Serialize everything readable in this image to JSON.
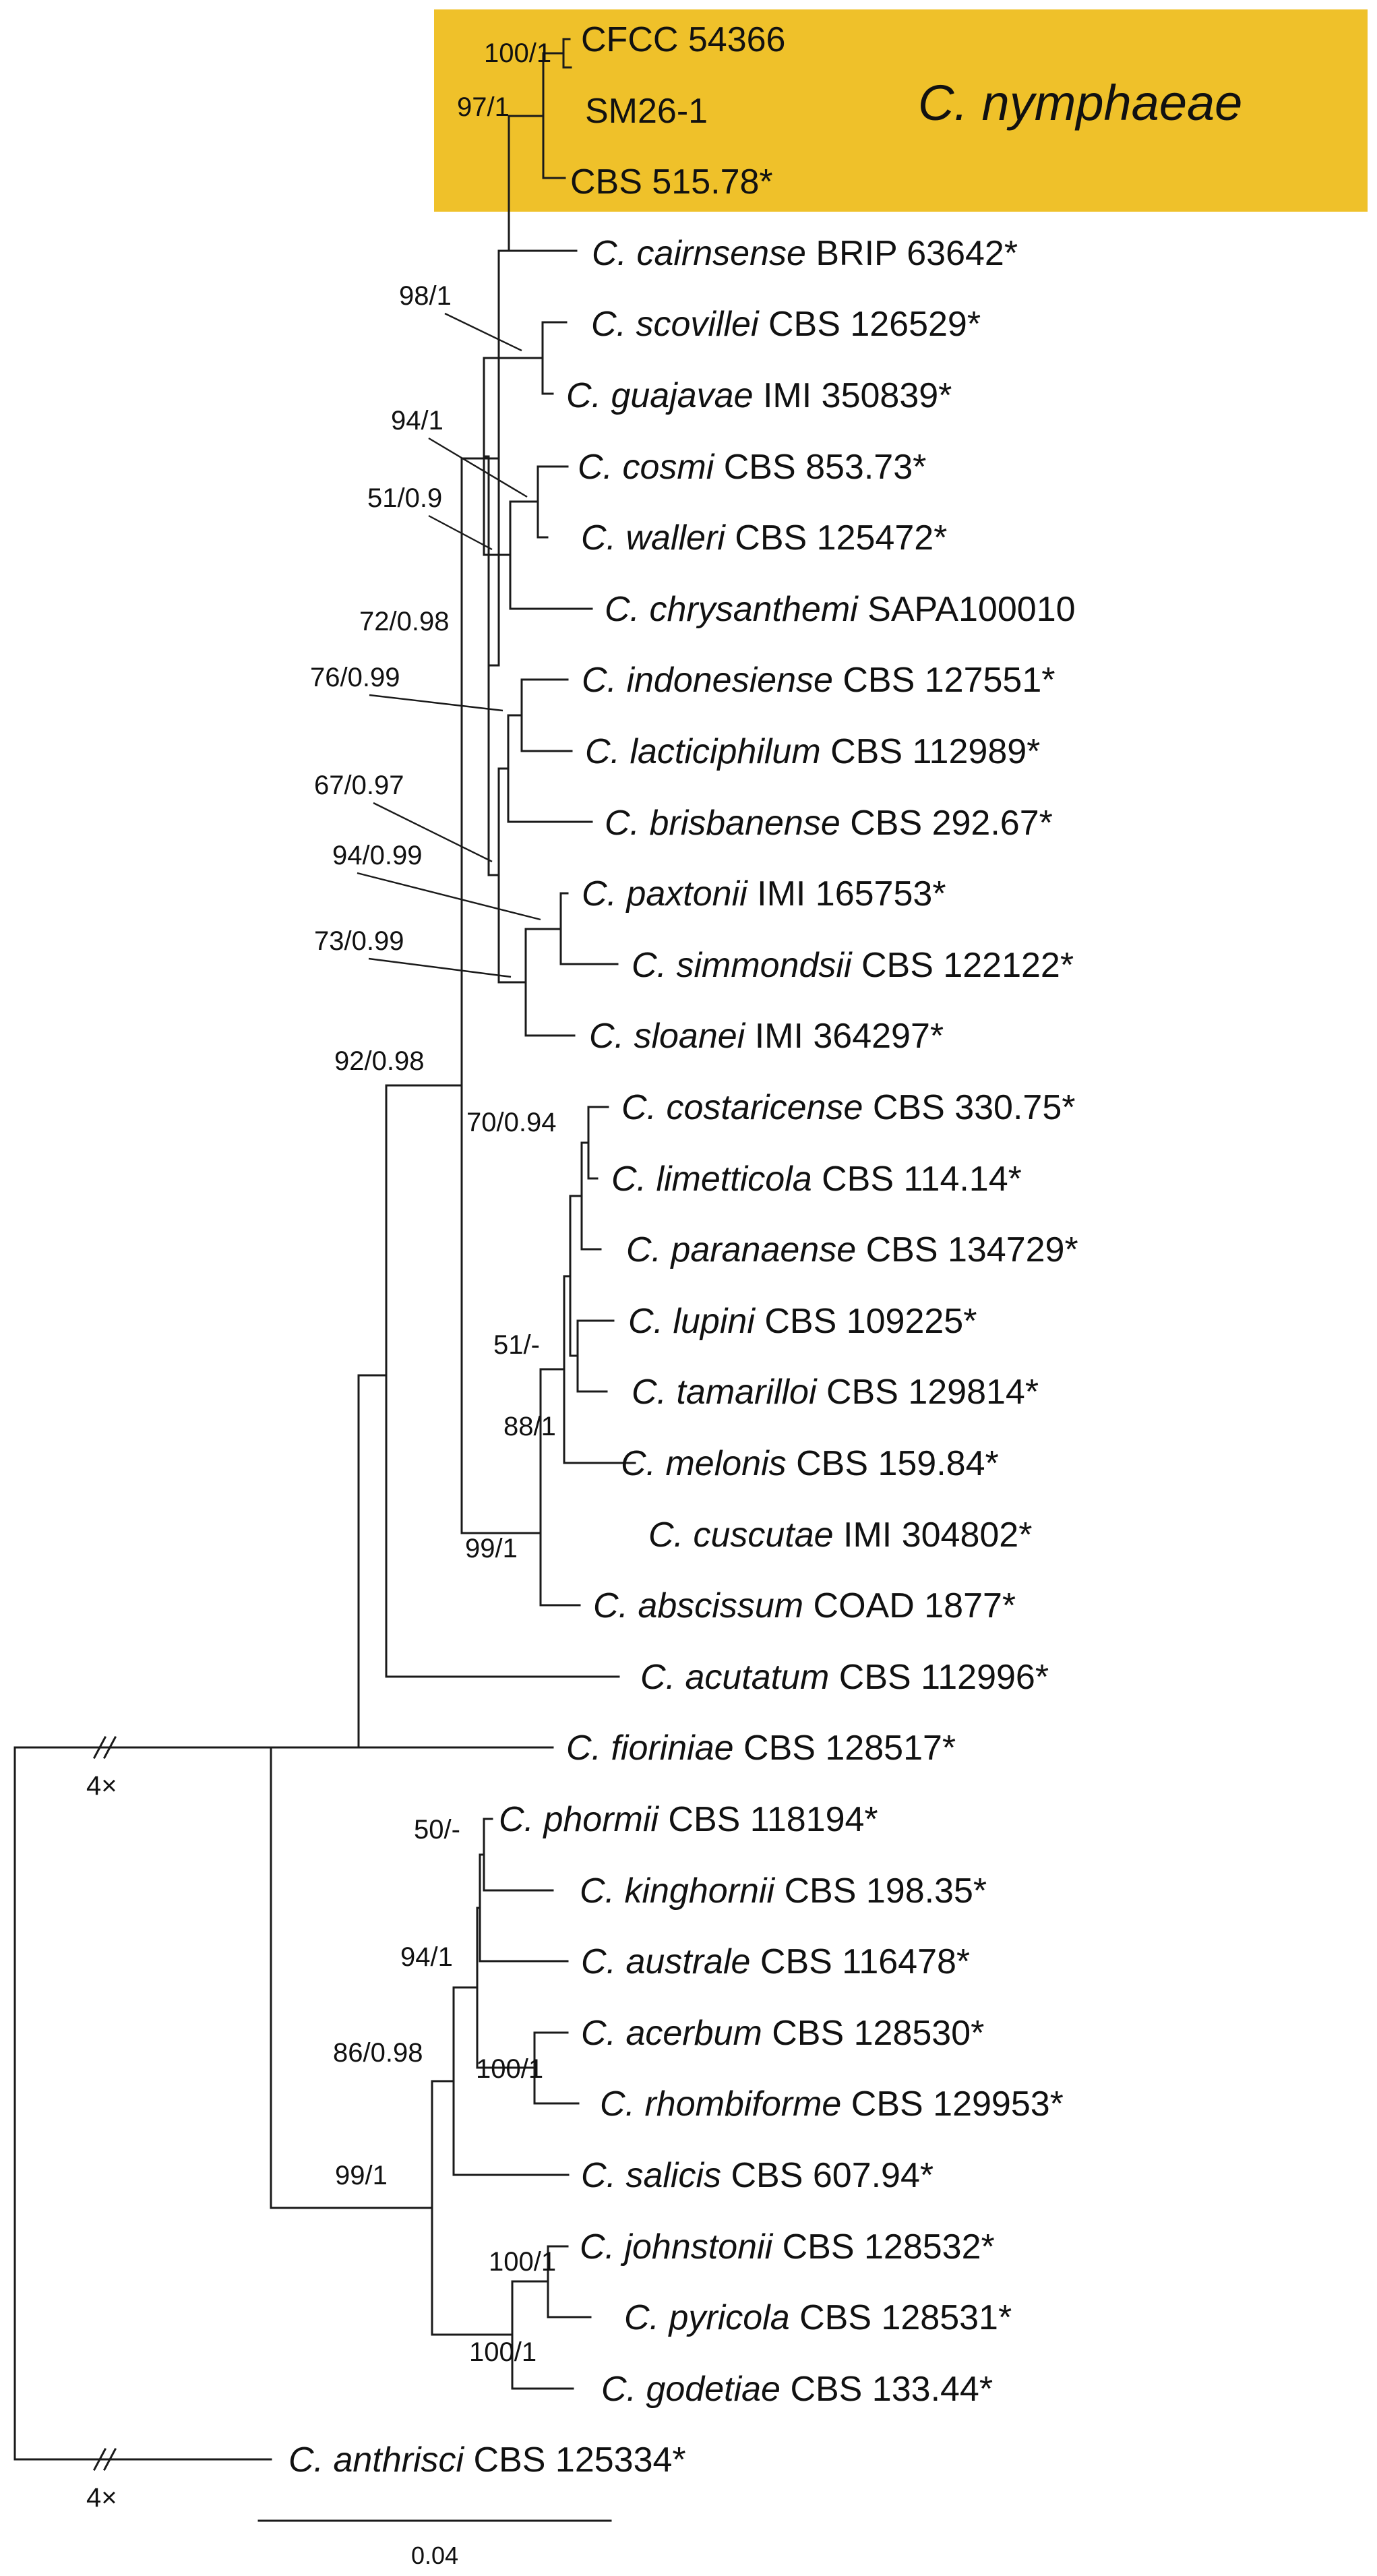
{
  "highlight": {
    "species": "C. nymphaeae",
    "color": "#EFC12A",
    "new_isolate_color": "#4A90C2"
  },
  "tips": [
    {
      "genus": "",
      "epithet": "",
      "strain": "CFCC 54366",
      "new_isolate": true
    },
    {
      "genus": "",
      "epithet": "",
      "strain": "SM26-1",
      "new_isolate": true
    },
    {
      "genus": "",
      "epithet": "",
      "strain": "CBS 515.78*"
    },
    {
      "genus": "C.",
      "epithet": "cairnsense",
      "strain": "BRIP 63642*"
    },
    {
      "genus": "C.",
      "epithet": "scovillei",
      "strain": "CBS 126529*"
    },
    {
      "genus": "C.",
      "epithet": "guajavae",
      "strain": "IMI 350839*"
    },
    {
      "genus": "C.",
      "epithet": "cosmi",
      "strain": "CBS 853.73*"
    },
    {
      "genus": "C.",
      "epithet": "walleri",
      "strain": "CBS 125472*"
    },
    {
      "genus": "C.",
      "epithet": "chrysanthemi",
      "strain": "SAPA100010"
    },
    {
      "genus": "C.",
      "epithet": "indonesiense",
      "strain": "CBS 127551*"
    },
    {
      "genus": "C.",
      "epithet": "lacticiphilum",
      "strain": "CBS 112989*"
    },
    {
      "genus": "C.",
      "epithet": "brisbanense",
      "strain": "CBS 292.67*"
    },
    {
      "genus": "C.",
      "epithet": "paxtonii",
      "strain": "IMI 165753*"
    },
    {
      "genus": "C.",
      "epithet": "simmondsii",
      "strain": "CBS 122122*"
    },
    {
      "genus": "C.",
      "epithet": "sloanei",
      "strain": "IMI 364297*"
    },
    {
      "genus": "C.",
      "epithet": "costaricense",
      "strain": "CBS 330.75*"
    },
    {
      "genus": "C.",
      "epithet": "limetticola",
      "strain": "CBS 114.14*"
    },
    {
      "genus": "C.",
      "epithet": "paranaense",
      "strain": "CBS 134729*"
    },
    {
      "genus": "C.",
      "epithet": "lupini",
      "strain": "CBS 109225*"
    },
    {
      "genus": "C.",
      "epithet": "tamarilloi",
      "strain": "CBS 129814*"
    },
    {
      "genus": "C.",
      "epithet": "melonis",
      "strain": "CBS 159.84*"
    },
    {
      "genus": "C.",
      "epithet": "cuscutae",
      "strain": "IMI 304802*"
    },
    {
      "genus": "C.",
      "epithet": "abscissum",
      "strain": "COAD 1877*"
    },
    {
      "genus": "C.",
      "epithet": "acutatum",
      "strain": "CBS 112996*"
    },
    {
      "genus": "C.",
      "epithet": "fioriniae",
      "strain": "CBS 128517*"
    },
    {
      "genus": "C.",
      "epithet": "phormii",
      "strain": "CBS 118194*"
    },
    {
      "genus": "C.",
      "epithet": "kinghornii",
      "strain": "CBS 198.35*"
    },
    {
      "genus": "C.",
      "epithet": "australe",
      "strain": "CBS 116478*"
    },
    {
      "genus": "C.",
      "epithet": "acerbum",
      "strain": "CBS 128530*"
    },
    {
      "genus": "C.",
      "epithet": "rhombiforme",
      "strain": "CBS 129953*"
    },
    {
      "genus": "C.",
      "epithet": "salicis",
      "strain": "CBS 607.94*"
    },
    {
      "genus": "C.",
      "epithet": "johnstonii",
      "strain": "CBS 128532*"
    },
    {
      "genus": "C.",
      "epithet": "pyricola",
      "strain": "CBS 128531*"
    },
    {
      "genus": "C.",
      "epithet": "godetiae",
      "strain": "CBS 133.44*"
    },
    {
      "genus": "C.",
      "epithet": "anthrisci",
      "strain": "CBS 125334*"
    }
  ],
  "support_values": [
    "100/1",
    "97/1",
    "98/1",
    "94/1",
    "51/0.9",
    "72/0.98",
    "76/0.99",
    "67/0.97",
    "94/0.99",
    "73/0.99",
    "92/0.98",
    "70/0.94",
    "51/-",
    "88/1",
    "99/1",
    "50/-",
    "94/1",
    "100/1",
    "86/0.98",
    "99/1",
    "100/1",
    "100/1"
  ],
  "break_marks": [
    "4×",
    "4×"
  ],
  "scale_bar": {
    "label": "0.04"
  }
}
